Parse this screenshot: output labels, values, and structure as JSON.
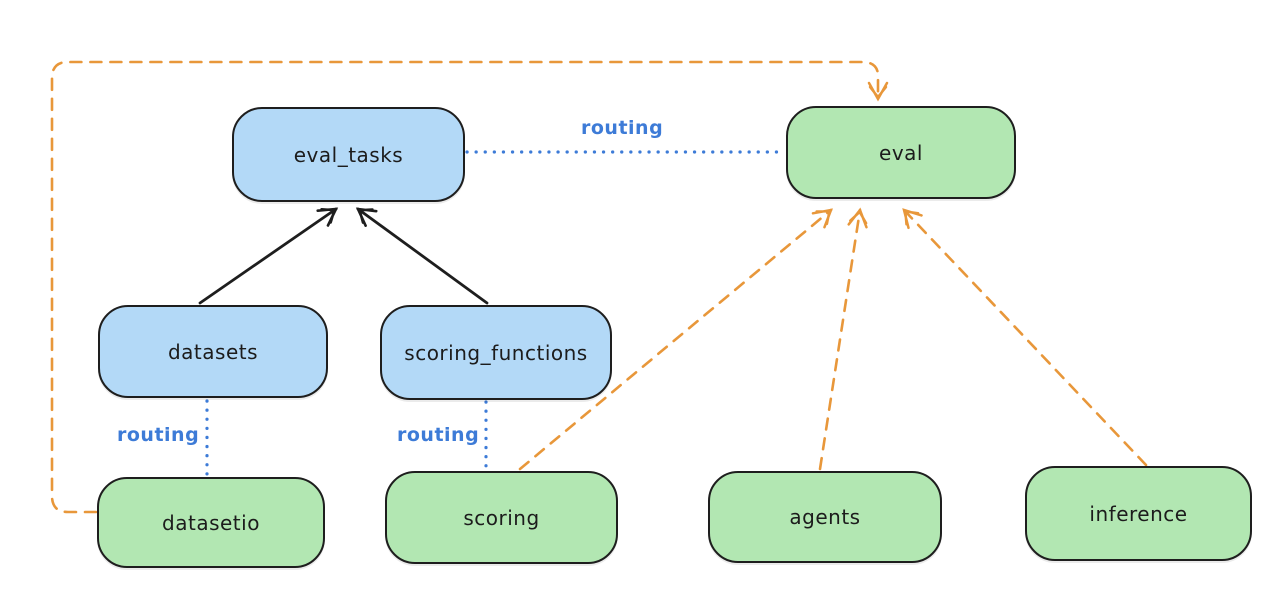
{
  "colors": {
    "background": "#ffffff",
    "blue_fill": "#b3d9f7",
    "green_fill": "#b2e7b2",
    "node_stroke": "#1e1e1e",
    "orange_line": "#e8973a",
    "blue_line": "#3d7bd7",
    "black_line": "#1e1e1e"
  },
  "nodes": [
    {
      "id": "eval_tasks",
      "label": "eval_tasks",
      "color": "blue"
    },
    {
      "id": "eval",
      "label": "eval",
      "color": "green"
    },
    {
      "id": "datasets",
      "label": "datasets",
      "color": "blue"
    },
    {
      "id": "scoring_functions",
      "label": "scoring_functions",
      "color": "blue"
    },
    {
      "id": "datasetio",
      "label": "datasetio",
      "color": "green"
    },
    {
      "id": "scoring",
      "label": "scoring",
      "color": "green"
    },
    {
      "id": "agents",
      "label": "agents",
      "color": "green"
    },
    {
      "id": "inference",
      "label": "inference",
      "color": "green"
    }
  ],
  "edge_labels": [
    {
      "text": "routing"
    },
    {
      "text": "routing"
    },
    {
      "text": "routing"
    }
  ],
  "edges": [
    {
      "from": "datasets",
      "to": "eval_tasks",
      "style": "solid-black-arrow"
    },
    {
      "from": "scoring_functions",
      "to": "eval_tasks",
      "style": "solid-black-arrow"
    },
    {
      "from": "eval_tasks",
      "to": "eval",
      "style": "dotted-blue",
      "label": "routing"
    },
    {
      "from": "datasets",
      "to": "datasetio",
      "style": "dotted-blue",
      "label": "routing"
    },
    {
      "from": "scoring_functions",
      "to": "scoring",
      "style": "dotted-blue",
      "label": "routing"
    },
    {
      "from": "datasetio",
      "to": "eval",
      "style": "dashed-orange-arrow"
    },
    {
      "from": "scoring",
      "to": "eval",
      "style": "dashed-orange-arrow"
    },
    {
      "from": "agents",
      "to": "eval",
      "style": "dashed-orange-arrow"
    },
    {
      "from": "inference",
      "to": "eval",
      "style": "dashed-orange-arrow"
    }
  ]
}
